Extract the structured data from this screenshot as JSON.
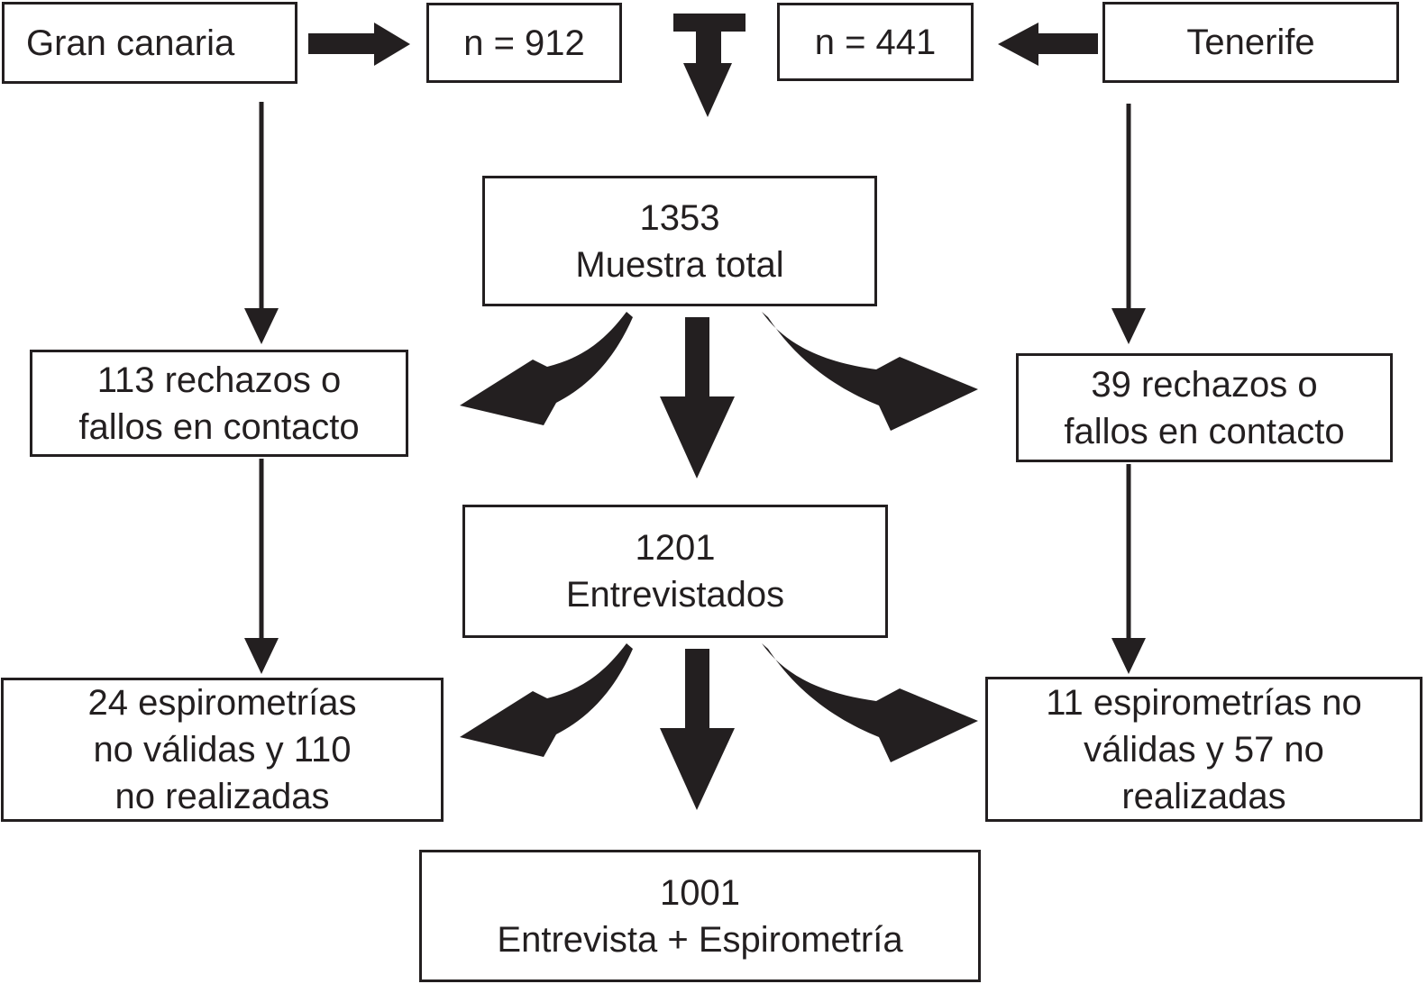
{
  "figure": {
    "colors": {
      "ink": "#231f20",
      "background": "#ffffff"
    },
    "nodes": {
      "gran_canaria": {
        "label": "Gran canaria"
      },
      "n_912": {
        "label": "n = 912"
      },
      "n_441": {
        "label": "n = 441"
      },
      "tenerife": {
        "label": "Tenerife"
      },
      "muestra_total": {
        "lines": [
          "1353",
          "Muestra total"
        ]
      },
      "rechazos_izquierda": {
        "lines": [
          "113 rechazos o",
          "fallos en contacto"
        ]
      },
      "rechazos_derecha": {
        "lines": [
          "39 rechazos o",
          "fallos en contacto"
        ]
      },
      "entrevistados": {
        "lines": [
          "1201",
          "Entrevistados"
        ]
      },
      "espirometrias_izquierda": {
        "lines": [
          "24 espirometrías",
          "no válidas y 110",
          "no realizadas"
        ]
      },
      "espirometrias_derecha": {
        "lines": [
          "11 espirometrías no",
          "válidas y 57 no",
          "realizadas"
        ]
      },
      "final": {
        "lines": [
          "1001",
          "Entrevista + Espirometría"
        ]
      }
    },
    "edges": [
      {
        "from": "Gran canaria",
        "to": "n = 912",
        "style": "block-arrow-right"
      },
      {
        "from": "Tenerife",
        "to": "n = 441",
        "style": "block-arrow-left"
      },
      {
        "from": "n = 912 / n = 441",
        "to": "1353 Muestra total",
        "style": "block-arrow-down"
      },
      {
        "from": "Gran canaria",
        "to": "113 rechazos o fallos en contacto",
        "style": "thin-arrow-down"
      },
      {
        "from": "Tenerife",
        "to": "39 rechazos o fallos en contacto",
        "style": "thin-arrow-down"
      },
      {
        "from": "113 rechazos o fallos en contacto",
        "to": "24 espirometrías no válidas y 110 no realizadas",
        "style": "thin-arrow-down"
      },
      {
        "from": "39 rechazos o fallos en contacto",
        "to": "11 espirometrías no válidas y 57 no realizadas",
        "style": "thin-arrow-down"
      },
      {
        "from": "1353 Muestra total",
        "to": "1201 Entrevistados",
        "style": "three-arrow-fan"
      },
      {
        "from": "1201 Entrevistados",
        "to": "1001 Entrevista + Espirometría",
        "style": "three-arrow-fan"
      }
    ]
  }
}
